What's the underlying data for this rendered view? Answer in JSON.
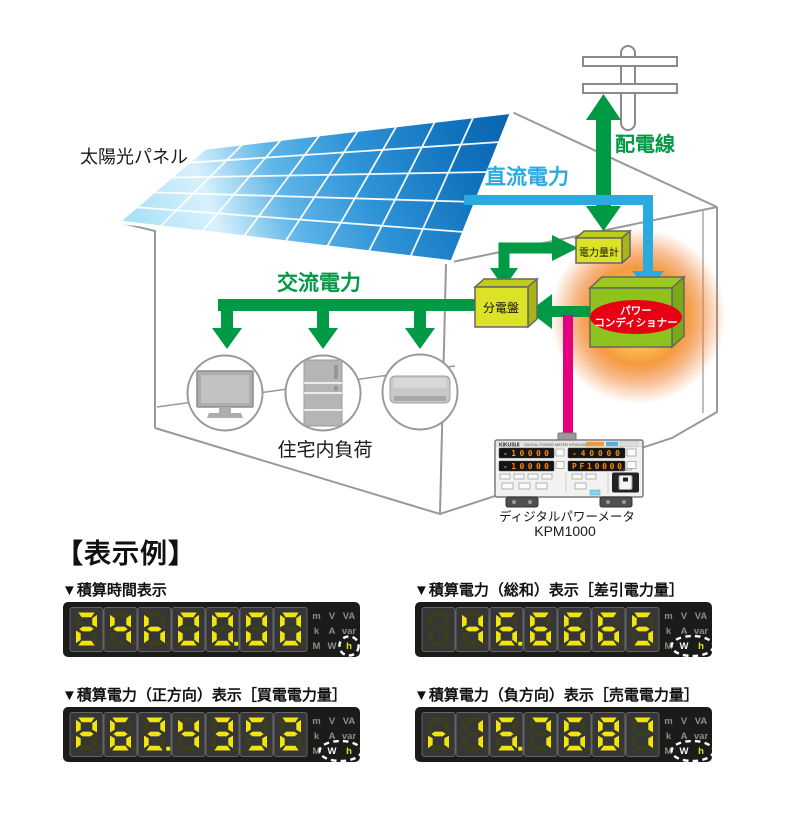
{
  "diagram": {
    "solar_panel_label": "太陽光パネル",
    "distribution_line_label": "配電線",
    "dc_power_label": "直流電力",
    "ac_power_label": "交流電力",
    "watt_hour_meter_label": "電力量計",
    "distribution_board_label": "分電盤",
    "power_conditioner_line1": "パワー",
    "power_conditioner_line2": "コンディショナー",
    "house_load_label": "住宅内負荷",
    "power_meter_name": "ディジタルパワーメータ",
    "power_meter_model": "KPM1000",
    "device": {
      "brand": "KIKUSUI",
      "panel_text": "DIGITAL POWER METER  KPM1000",
      "power_label": "POWER",
      "windows": [
        "-10000",
        "-40000",
        "-10000",
        "PF10000"
      ]
    },
    "colors": {
      "green": "#009944",
      "blue": "#29abe2",
      "magenta": "#e4007f",
      "box_fill": "#dce226",
      "pc_fill": "#8dc21f",
      "pc_badge": "#e60012",
      "panel_blue": "#1173be",
      "lcd_digit": "#f2e50a"
    }
  },
  "examples": {
    "title": "【表示例】",
    "unit_grid": [
      [
        "m",
        "V",
        "VA"
      ],
      [
        "k",
        "A",
        "var"
      ],
      [
        "M",
        "W",
        "h"
      ]
    ],
    "items": [
      {
        "label": "▼積算時間表示",
        "digits": "24h00.00",
        "highlight": [
          "h"
        ]
      },
      {
        "label": "▼積算電力（総和）表示［差引電力量］",
        "digits": " 46.6665",
        "highlight": [
          "W",
          "h"
        ]
      },
      {
        "label": "▼積算電力（正方向）表示［買電電力量］",
        "digits": "P62.4352",
        "highlight": [
          "W",
          "h"
        ]
      },
      {
        "label": "▼積算電力（負方向）表示［売電電力量］",
        "digits": "n15.7687",
        "highlight": [
          "W",
          "h"
        ]
      }
    ]
  }
}
